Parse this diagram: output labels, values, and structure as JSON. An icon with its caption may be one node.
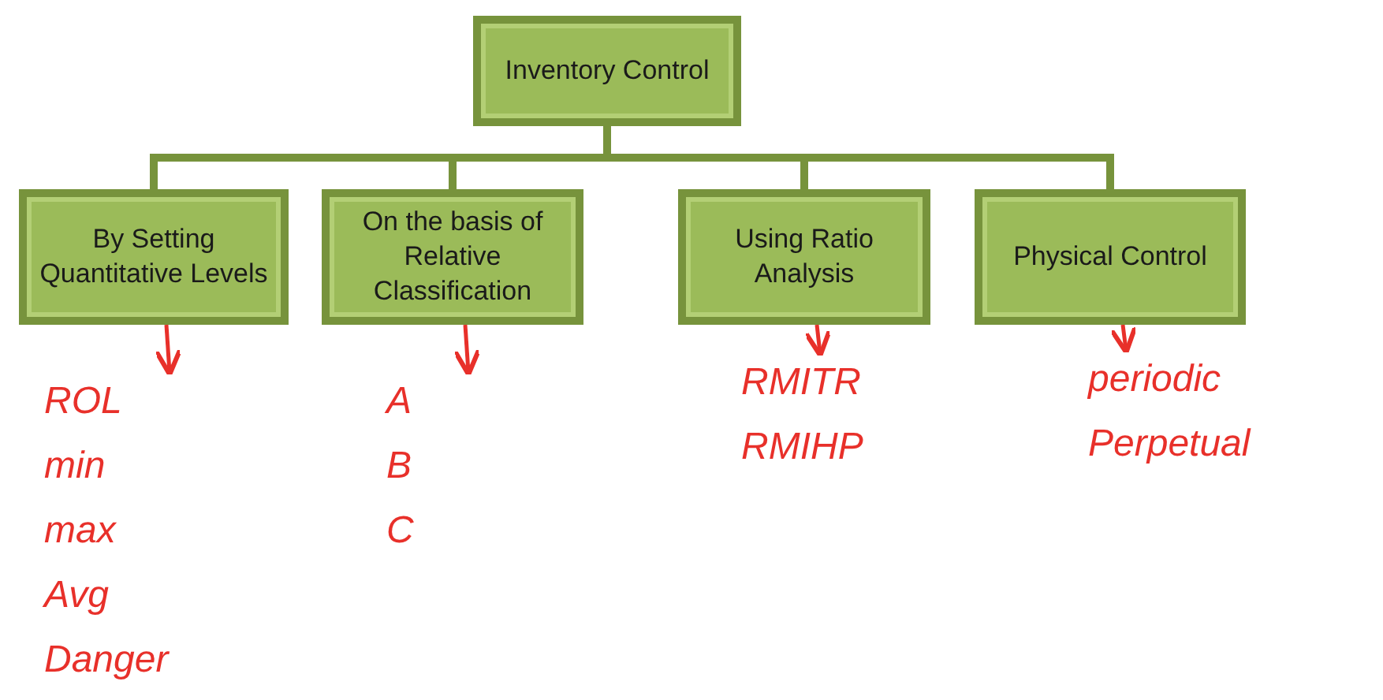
{
  "diagram": {
    "nodes": [
      {
        "text": [
          "Inventory Control"
        ]
      },
      {
        "text": [
          "By Setting Quantitative Levels"
        ]
      },
      {
        "text": [
          "On the basis of Relative Classification"
        ]
      },
      {
        "text": [
          "Using Ratio Analysis"
        ]
      },
      {
        "text": [
          "Physical Control"
        ]
      },
      {
        "text": [
          "ROL",
          "min",
          "max",
          "Avg",
          "Danger"
        ]
      },
      {
        "text": [
          "A",
          "B",
          "C"
        ]
      },
      {
        "text": [
          "RMITR",
          "RMIHP"
        ]
      },
      {
        "text": [
          "periodic",
          "Perpetual"
        ]
      }
    ],
    "edges": [
      {
        "from": 0,
        "to": 1,
        "arrow": "none",
        "style": "thick"
      },
      {
        "from": 0,
        "to": 2,
        "arrow": "none",
        "style": "thick"
      },
      {
        "from": 0,
        "to": 3,
        "arrow": "none",
        "style": "thick"
      },
      {
        "from": 0,
        "to": 4,
        "arrow": "none",
        "style": "thick"
      },
      {
        "from": 1,
        "to": 5,
        "arrow": "to",
        "color": "#e8302a"
      },
      {
        "from": 2,
        "to": 6,
        "arrow": "to",
        "color": "#e8302a"
      },
      {
        "from": 3,
        "to": 7,
        "arrow": "to",
        "color": "#e8302a"
      },
      {
        "from": 4,
        "to": 8,
        "arrow": "to",
        "color": "#e8302a"
      }
    ]
  }
}
